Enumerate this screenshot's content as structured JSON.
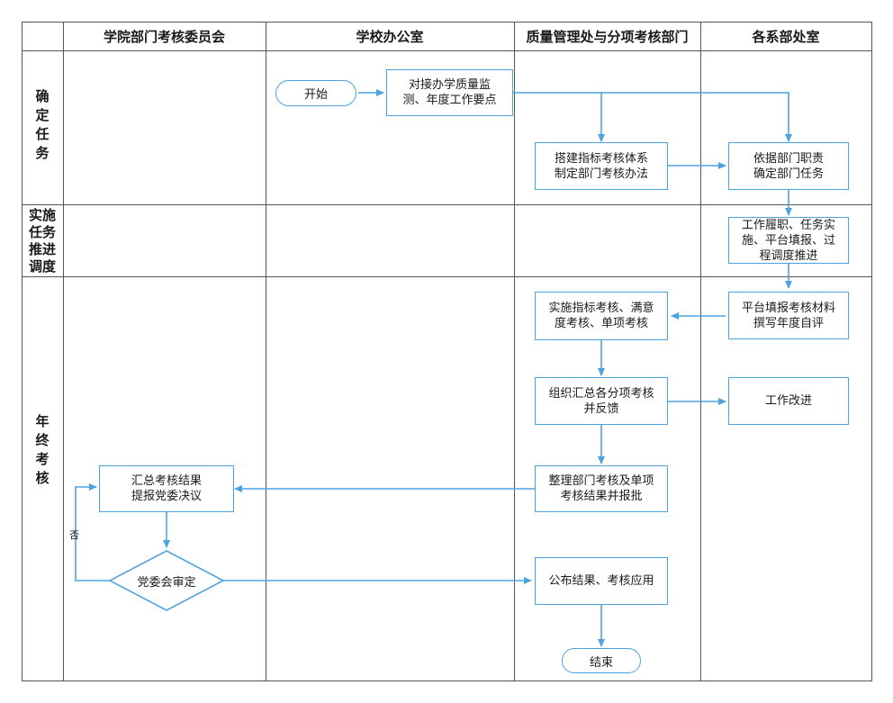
{
  "lanes": {
    "col1": "学院部门考核委员会",
    "col2": "学校办公室",
    "col3": "质量管理处与分项考核部门",
    "col4": "各系部处室"
  },
  "phases": {
    "p1": "确\n定\n任\n务",
    "p2": "实施\n任务\n推进\n调度",
    "p3": "年\n终\n考\n核"
  },
  "nodes": {
    "start": "开始",
    "align": "对接办学质量监\n测、年度工作要点",
    "build": "搭建指标考核体系\n制定部门考核办法",
    "dept_task": "依据部门职责\n确定部门任务",
    "perform": "工作履职、任务实\n施、平台填报、过\n程调度推进",
    "fill": "平台填报考核材料\n撰写年度自评",
    "implement": "实施指标考核、满意\n度考核、单项考核",
    "organize": "组织汇总各分项考核\n并反馈",
    "improve": "工作改进",
    "compile": "整理部门考核及单项\n考核结果并报批",
    "summary": "汇总考核结果\n提报党委决议",
    "review": "党委会审定",
    "publish": "公布结果、考核应用",
    "end": "结束"
  },
  "edge_labels": {
    "no": "否"
  },
  "colors": {
    "line": "#4da3e0",
    "grid": "#555555"
  }
}
